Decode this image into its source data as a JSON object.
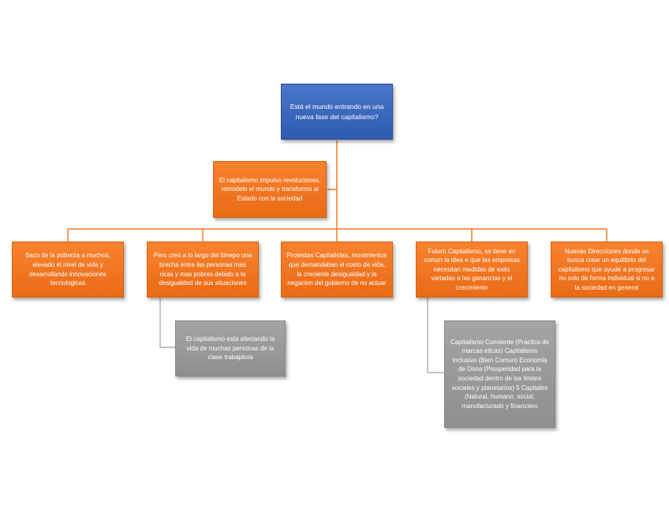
{
  "colors": {
    "root": "#3a68c0",
    "orange": "#f0761f",
    "gray": "#9a9a9a",
    "connector_orange": "#f07a22",
    "connector_gray": "#a0a0a0"
  },
  "root": {
    "text": "Está el mundo entrando en una nueva fase del capitalismo?"
  },
  "intro": {
    "text": "El capitalismo  impulso revoluciones, remodelo el mundo y transformo al Estado con la sociedad"
  },
  "branches": [
    {
      "text": "Saco de la pobreza a muchos, elevado el nivel de vida y desarrollando innovaciones tecnologicas"
    },
    {
      "text": "Pero creo a lo largo del timepo una brecha entre las personas mas ricas y mas pobres debido a la desigualdad de sus situaciones"
    },
    {
      "text": "Protestas Capitalistas, movimientos que demandaban el costo de vida, la creciente desigualdad y la negacion del gobierno de no actuar"
    },
    {
      "text": "Futuro Capitalismo, se tiene  en comun la idea e que las empresas necesitan medidas de exito variadas a las ganancias y el crecimiento"
    },
    {
      "text": "Nuevas Direcciones donde se busca crear un equilibrio del capitalismo que ayude a progresar no solo de forma individual si no a la sociedad en general"
    }
  ],
  "sub_left": {
    "text": "El capitalismo esta afectando la vida de muchas personas de la clase trabajdora"
  },
  "sub_right": {
    "text": "Capitalismo Consiente (Practica de marcas eticas) Capitalismo Inclusivo (Bien Comun) Economia de Dona (Prosperidad para la sociedad dentro de los limites sociales y planetarios) 5 Capitales (Natural, humano, social, manofacturado y financiero"
  }
}
